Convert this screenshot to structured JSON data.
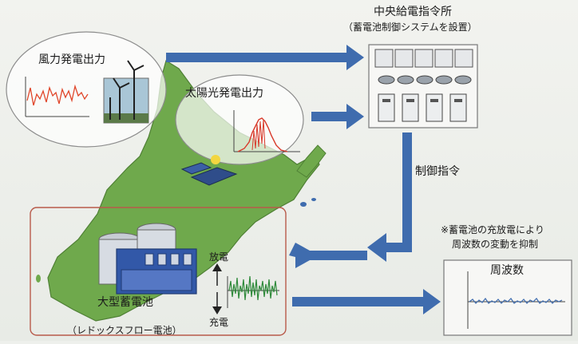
{
  "wind": {
    "label": "風力発電出力"
  },
  "solar": {
    "label": "太陽光発電出力"
  },
  "center": {
    "title": "中央給電指令所",
    "subtitle": "（蓄電池制御システムを設置）"
  },
  "command": {
    "label": "制御指令"
  },
  "battery": {
    "title": "大型蓄電池",
    "subtitle": "（レドックスフロー電池）",
    "discharge": "放電",
    "charge": "充電"
  },
  "note": {
    "line1": "※蓄電池の充放電により",
    "line2": "周波数の変動を抑制"
  },
  "frequency": {
    "label": "周波数"
  },
  "colors": {
    "arrow": "#3f6cae",
    "land": "#6fa94c",
    "sea": "#eef0ec",
    "wind_trace": "#e0462a",
    "solar_trace": "#d8392a",
    "freq_trace": "#3f6cae",
    "battery_trace": "#2e8a3a"
  }
}
